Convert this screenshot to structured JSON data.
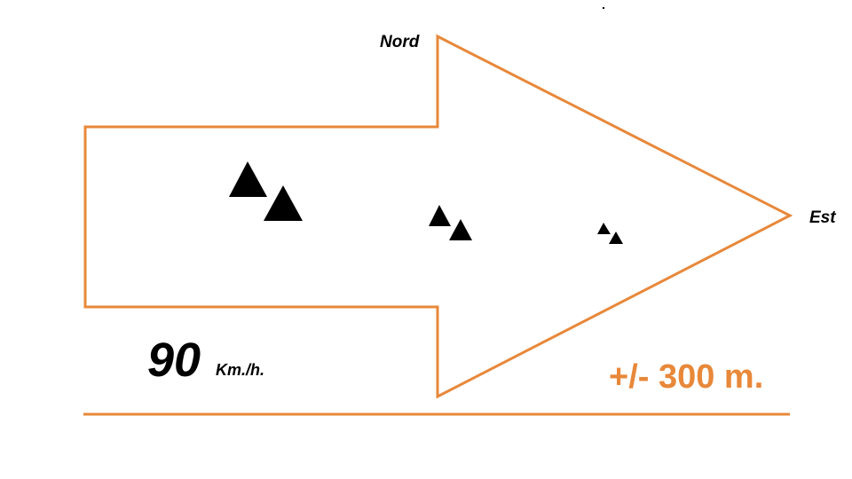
{
  "labels": {
    "north": "Nord",
    "east": "Est",
    "speed_value": "90",
    "speed_unit": "Km./h.",
    "range": "+/- 300 m."
  },
  "colors": {
    "accent": "#e8883a",
    "marker": "#000000"
  }
}
